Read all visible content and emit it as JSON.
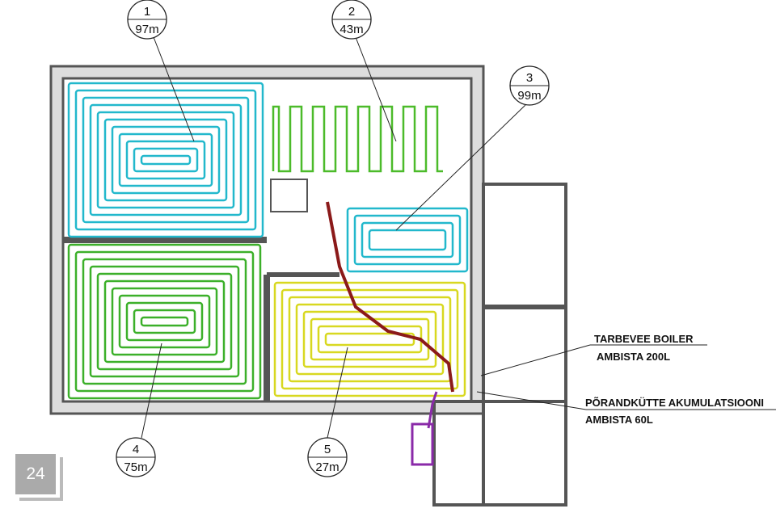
{
  "loops": [
    {
      "id": "1",
      "length": "97m",
      "color": "#22b8cc"
    },
    {
      "id": "2",
      "length": "43m",
      "color": "#4cbb2a"
    },
    {
      "id": "3",
      "length": "99m",
      "color": "#3cb02a"
    },
    {
      "id": "4",
      "length": "75m",
      "color": "#d8d820"
    },
    {
      "id": "5",
      "length": "27m",
      "color": "#22b8cc"
    }
  ],
  "notes": {
    "boiler_title": "TARBEVEE BOILER",
    "boiler_model": "AMBISTA 200L",
    "accumulator_title": "PÕRANDKÜTTE AKUMULATSIOONI",
    "accumulator_model": "AMBISTA 60L"
  },
  "page_badge": "24",
  "colors": {
    "wall": "#555555",
    "pipe": "#8b1a1a",
    "purple": "#8a2aa8"
  }
}
